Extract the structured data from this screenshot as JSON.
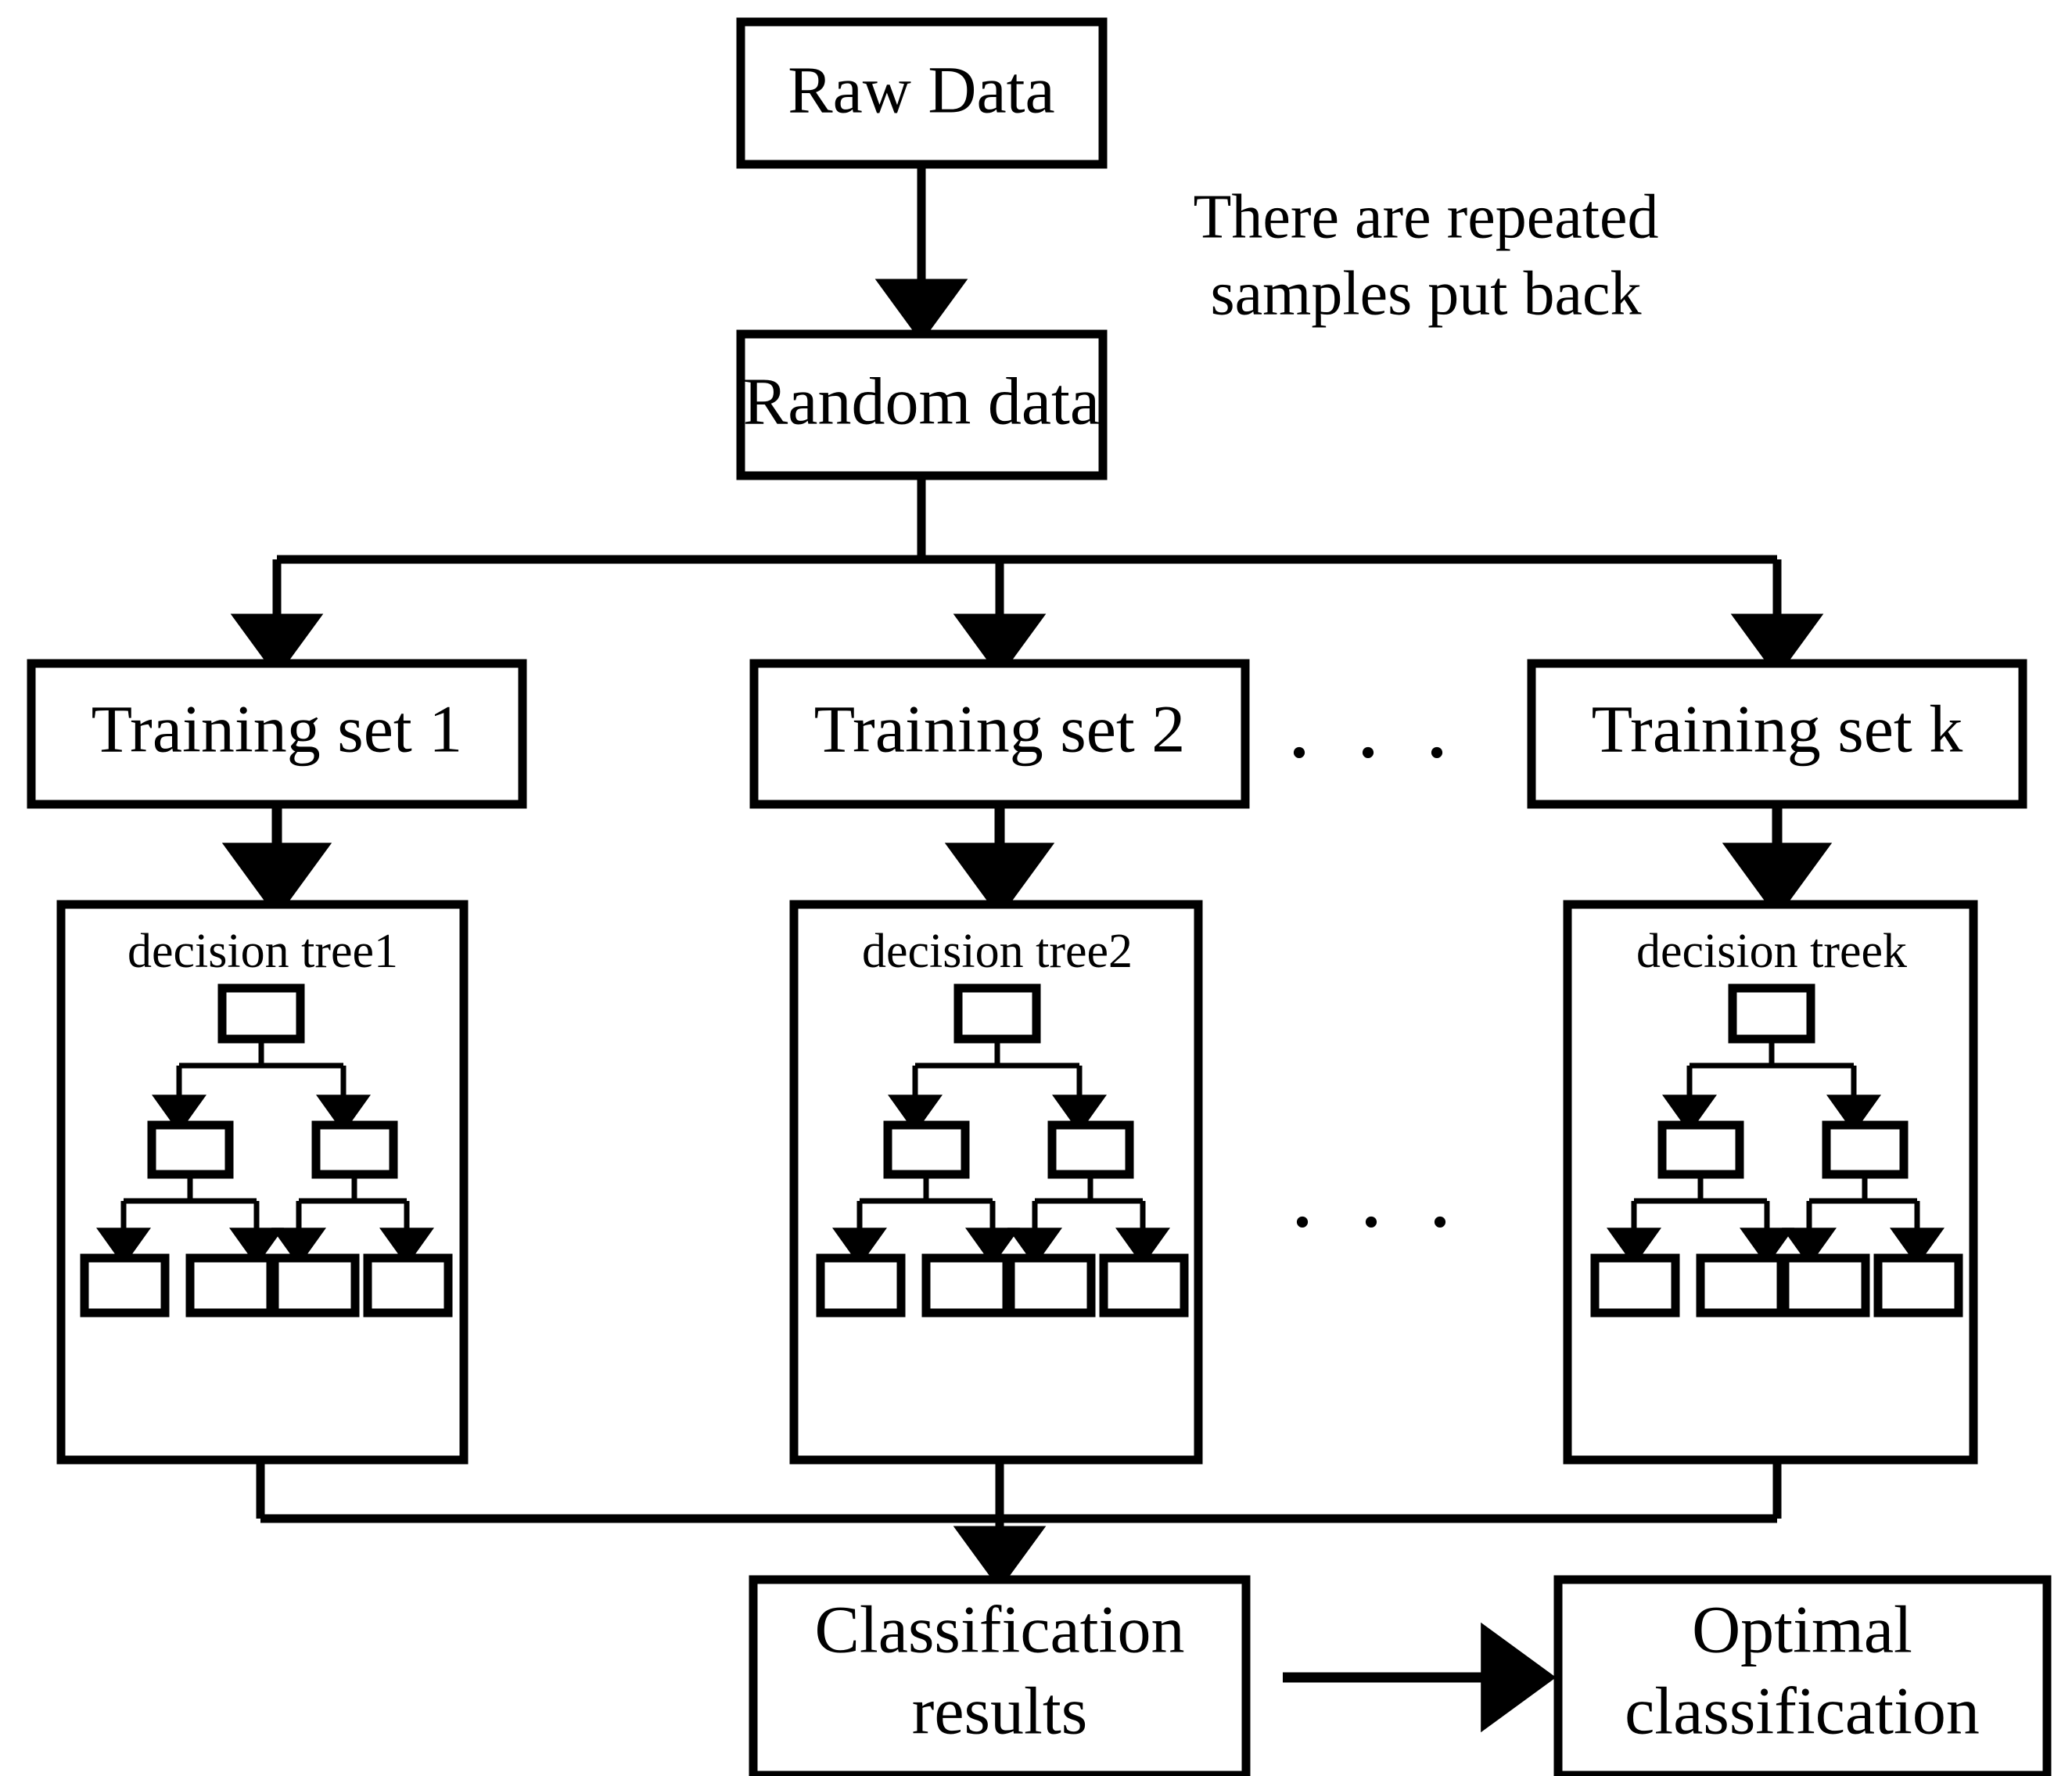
{
  "diagram": {
    "title": "Random Forest Classification Flowchart",
    "background_color": "#ffffff",
    "line_color": "#000000",
    "box_fill": "#ffffff",
    "nodes": {
      "raw_data": "Raw Data",
      "random_data": "Random data",
      "annotation_line1": "There are repeated",
      "annotation_line2": "samples put back",
      "training_set_1": "Training set 1",
      "training_set_2": "Training set 2",
      "training_set_k": "Training set k",
      "decision_tree_1": "decision tree1",
      "decision_tree_2": "decision tree2",
      "decision_tree_k": "decision treek",
      "classification_results_line1": "Classification",
      "classification_results_line2": "results",
      "optimal_classification_line1": "Optimal",
      "optimal_classification_line2": "classification",
      "ellipsis_training": ". . .",
      "ellipsis_trees": ". . ."
    },
    "tree_structure": {
      "levels": 3,
      "root_count": 1,
      "level2_count": 2,
      "leaf_count": 4,
      "node_label": ""
    }
  }
}
